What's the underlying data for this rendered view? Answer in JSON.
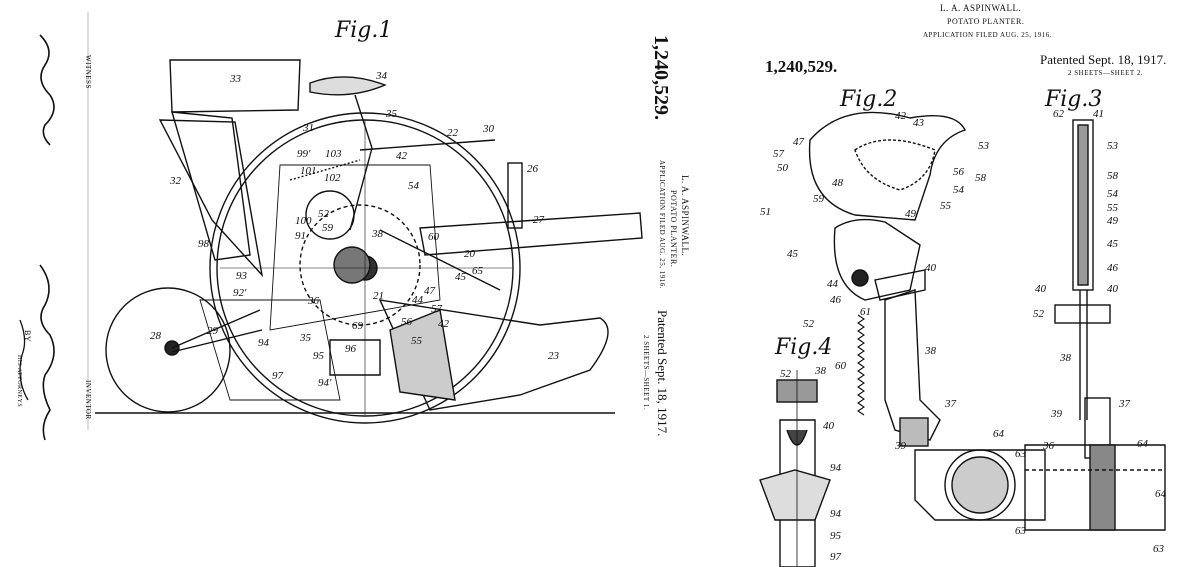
{
  "sheet1": {
    "figure_title": "Fig.1",
    "patent_number": "1,240,529.",
    "inventor_name": "L. A. ASPINWALL.",
    "invention_title": "POTATO PLANTER.",
    "application_filed": "APPLICATION FILED AUG. 25, 1916.",
    "patented": "Patented Sept. 18, 1917.",
    "sheets": "2 SHEETS—SHEET 1.",
    "witness_label": "WITNESS",
    "inventor_label": "INVENTOR",
    "by_label": "BY",
    "attorney_label": "HIS ATTORNEYS",
    "ref_numbers": [
      "33",
      "34",
      "35",
      "31",
      "22",
      "30",
      "32",
      "99'",
      "103",
      "42",
      "26",
      "101",
      "102",
      "52",
      "54",
      "27",
      "100",
      "59",
      "38",
      "60",
      "98",
      "91",
      "93",
      "20",
      "92'",
      "65",
      "94",
      "35",
      "36",
      "28",
      "29",
      "95",
      "97",
      "96",
      "94'",
      "21",
      "44",
      "45",
      "47",
      "56",
      "55",
      "57",
      "42",
      "23",
      "69"
    ]
  },
  "sheet2": {
    "inventor_name": "L. A. ASPINWALL.",
    "invention_title": "POTATO PLANTER.",
    "application_filed": "APPLICATION FILED AUG. 25, 1916.",
    "patent_number": "1,240,529.",
    "patented": "Patented Sept. 18, 1917.",
    "sheets": "2 SHEETS—SHEET 2.",
    "fig2_title": "Fig.2",
    "fig3_title": "Fig.3",
    "fig4_title": "Fig.4",
    "fig2_refs": [
      "42",
      "43",
      "53",
      "47",
      "57",
      "50",
      "48",
      "59",
      "56",
      "58",
      "54",
      "55",
      "49",
      "51",
      "45",
      "44",
      "46",
      "40",
      "52",
      "61",
      "60",
      "38",
      "37",
      "39",
      "64",
      "63"
    ],
    "fig3_refs": [
      "62",
      "41",
      "53",
      "58",
      "54",
      "55",
      "49",
      "45",
      "46",
      "40",
      "40",
      "52",
      "38",
      "39",
      "37",
      "64",
      "36",
      "64",
      "63",
      "63"
    ],
    "fig4_refs": [
      "52",
      "38",
      "40",
      "94",
      "94",
      "95",
      "97"
    ]
  }
}
